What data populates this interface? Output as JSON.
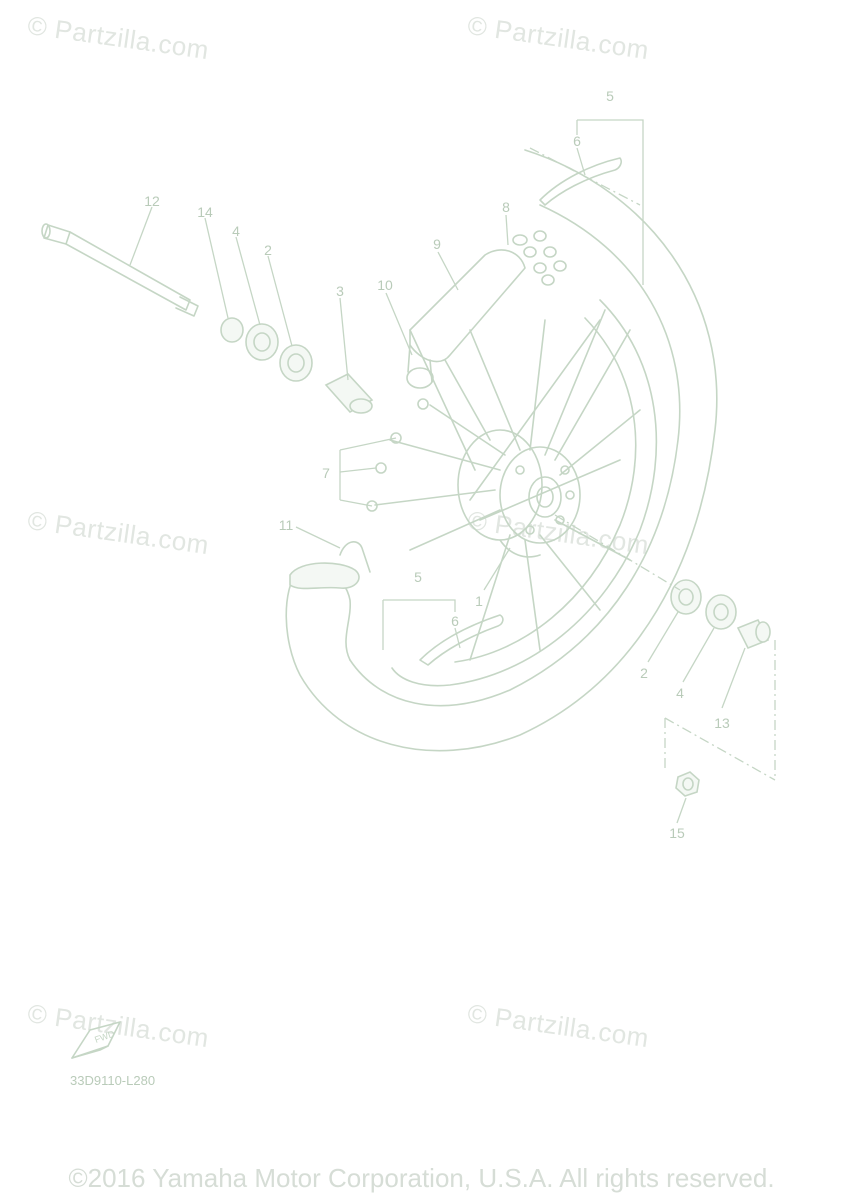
{
  "watermark": "© Partzilla.com",
  "callouts": {
    "c1": "1",
    "c2a": "2",
    "c2b": "2",
    "c3": "3",
    "c4a": "4",
    "c4b": "4",
    "c5a": "5",
    "c5b": "5",
    "c6a": "6",
    "c6b": "6",
    "c7": "7",
    "c8": "8",
    "c9": "9",
    "c10": "10",
    "c11": "11",
    "c12": "12",
    "c13": "13",
    "c14": "14",
    "c15": "15"
  },
  "fwd_label": "FWD",
  "diagram_code": "33D9110-L280",
  "copyright": "©2016 Yamaha Motor Corporation, U.S.A. All rights reserved."
}
